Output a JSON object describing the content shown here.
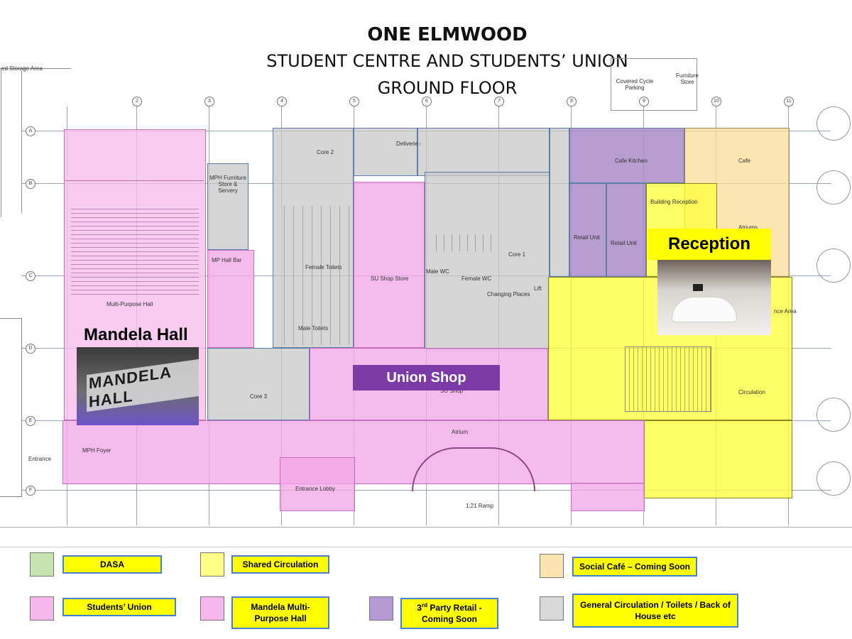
{
  "title": {
    "line1": "ONE ELMWOOD",
    "line2": "STUDENT CENTRE AND STUDENTS’ UNION",
    "line3": "GROUND FLOOR"
  },
  "highlights": {
    "mandela_hall": "Mandela Hall",
    "mandela_photo_text": "MANDELA HALL",
    "reception": "Reception",
    "union_shop": "Union Shop"
  },
  "rooms": {
    "storage": "ed Storage Area",
    "covered_cycle": "Covered Cycle Parking",
    "furniture_store": "Furniture Store",
    "core2": "Core 2",
    "deliveries": "Deliveries",
    "cafe_kitchen": "Cafe Kitchen",
    "cafe": "Cafe",
    "mph_furniture": "MPH Furniture Store & Servery",
    "mp_hall_bar": "MP Hall Bar",
    "multi_purpose_hall": "Multi-Purpose Hall",
    "female_toilets": "Female Toilets",
    "male_toilets": "Male Toilets",
    "su_shop_store": "SU Shop Store",
    "male_wc": "Male WC",
    "female_wc": "Female WC",
    "core1": "Core 1",
    "changing_places": "Changing Places",
    "lift": "Lift",
    "retail_unit_1": "Retail Unit",
    "retail_unit_2": "Retail Unit",
    "building_reception": "Building Reception",
    "atriums": "Atriums",
    "entrance_area": "nce Area",
    "core3": "Core 3",
    "su_shop": "SU Shop",
    "circulation": "Circulation",
    "mph_foyer": "MPH Foyer",
    "atrium": "Atrium",
    "entrance_lobby": "Entrance Lobby",
    "entrance": "Entrance",
    "ramp": "1:21 Ramp"
  },
  "grid": {
    "columns": [
      "2",
      "3",
      "4",
      "5",
      "6",
      "7",
      "8",
      "9",
      "10",
      "11"
    ],
    "rows": [
      "A",
      "B",
      "C",
      "D",
      "E",
      "F"
    ]
  },
  "legend": [
    {
      "label": "DASA",
      "color": "#c5e4b0"
    },
    {
      "label": "Shared Circulation",
      "color": "#ffff88"
    },
    {
      "label": "Social Café – Coming Soon",
      "color": "#fce4b0"
    },
    {
      "label": "Students’ Union",
      "color": "#f6b6ee"
    },
    {
      "label": "Mandela Multi-Purpose Hall",
      "color": "#f6b6ee"
    },
    {
      "label_main": "3",
      "label_sup": "rd",
      "label_rest": " Party Retail - Coming Soon",
      "color": "#b69ad6"
    },
    {
      "label": "General Circulation / Toilets / Back of House etc",
      "color": "#d8d8d8"
    }
  ]
}
